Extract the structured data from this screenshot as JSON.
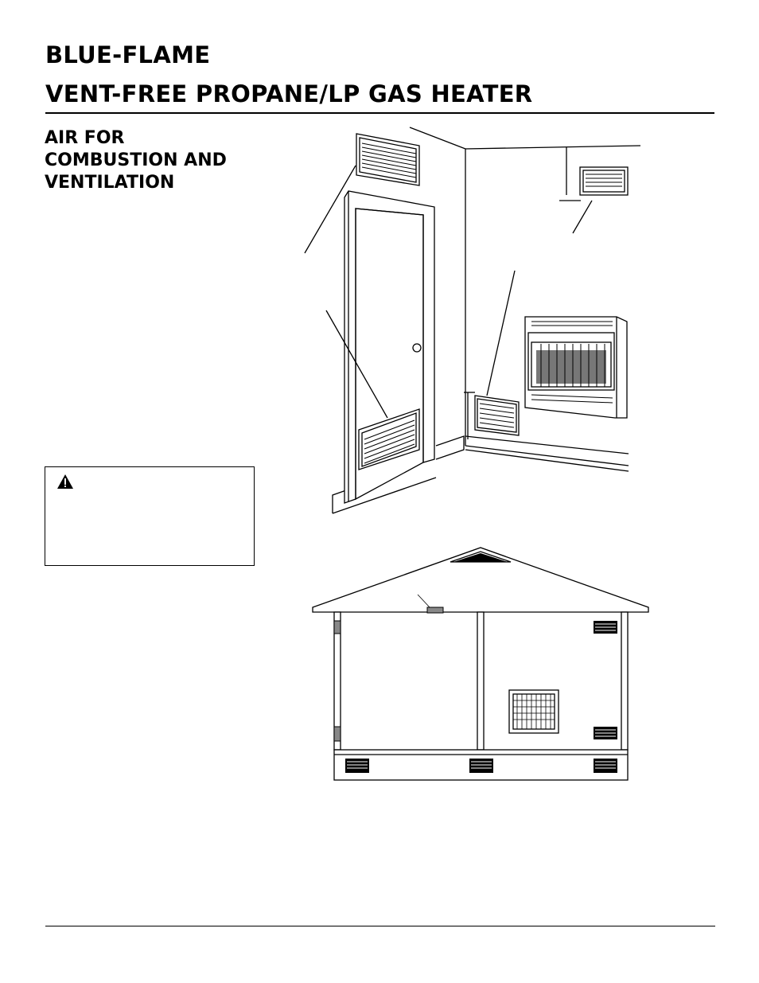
{
  "header": {
    "title_line1": "BLUE-FLAME",
    "title_line2": "VENT-FREE PROPANE/LP GAS HEATER"
  },
  "section": {
    "heading_line1": "AIR FOR",
    "heading_line2": "COMBUSTION AND",
    "heading_line3": "VENTILATION"
  },
  "warning": {
    "icon": "warning-triangle-icon"
  },
  "figures": {
    "room_illustration": "room-ventilation-illustration",
    "house_diagram": "house-cross-section-diagram"
  }
}
